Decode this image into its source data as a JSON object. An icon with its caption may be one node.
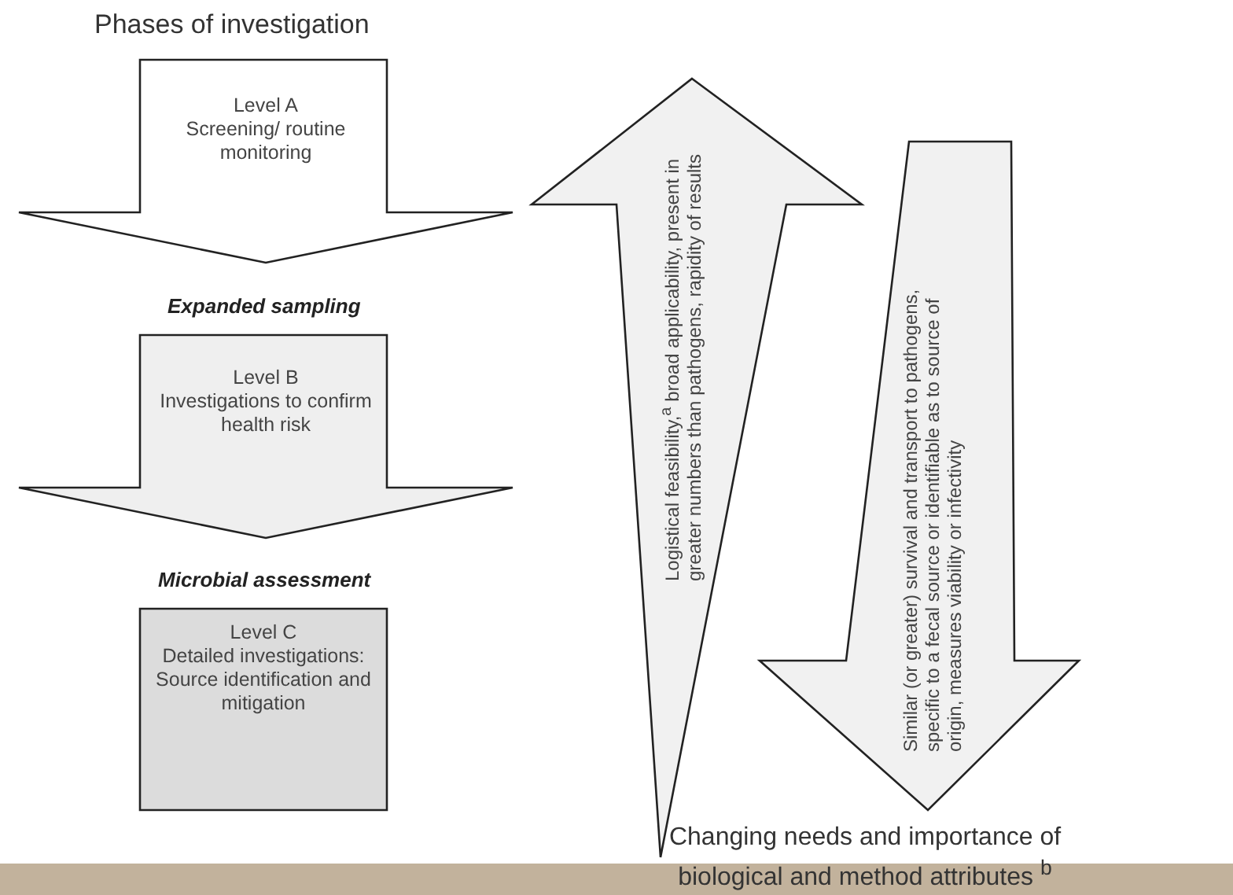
{
  "diagram": {
    "title": "Phases of investigation",
    "caption": "Changing needs and importance of biological and method attributes $^{b}$",
    "nodes": [
      {
        "text": [
          "Level A",
          "Screening/ routine monitoring"
        ]
      },
      {
        "text": [
          "Level B",
          "Investigations to confirm health risk"
        ]
      },
      {
        "text": [
          "Level C",
          "Detailed investigations: Source identification and mitigation"
        ]
      },
      {
        "text": [
          "Logistical feasibility,$^{a}$ broad applicability, present in greater numbers than pathogens, rapidity of results"
        ]
      },
      {
        "text": [
          "Similar (or greater) survival and transport to pathogens, specific to a fecal source or identifiable as to source of origin, measures viability or infectivity"
        ]
      }
    ],
    "labels": [
      "Expanded sampling",
      "Microbial assessment"
    ]
  }
}
